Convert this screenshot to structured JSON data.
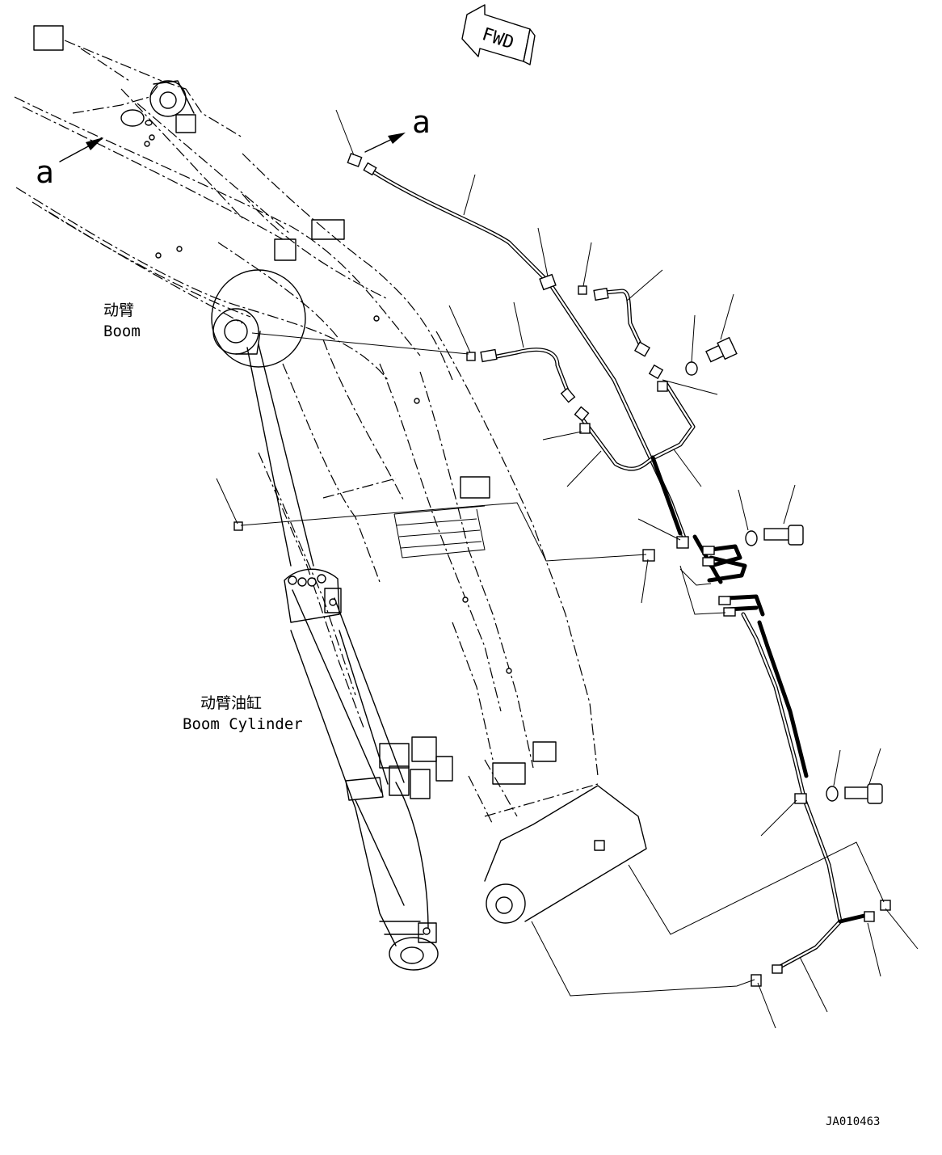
{
  "diagram": {
    "fwd_label": "FWD",
    "view_marker_left": "a",
    "view_marker_right": "a",
    "labels": {
      "boom_cn": "动臂",
      "boom_en": "Boom",
      "boom_cylinder_cn": "动臂油缸",
      "boom_cylinder_en": "Boom Cylinder"
    },
    "drawing_number": "JA010463"
  }
}
